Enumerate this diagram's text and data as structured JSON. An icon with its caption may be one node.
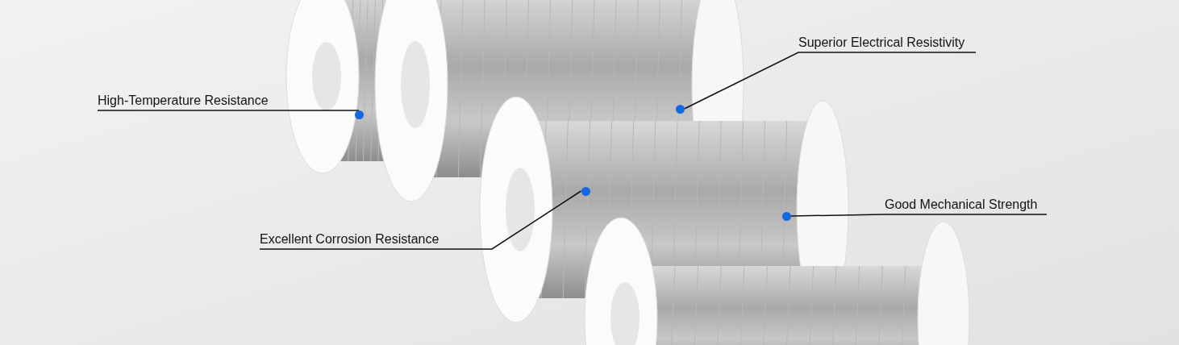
{
  "diagram": {
    "nodes": [
      {
        "text": [
          "Superior Electrical Resistivity"
        ]
      },
      {
        "text": [
          "High-Temperature Resistance"
        ]
      },
      {
        "text": [
          "Good Mechanical Strength"
        ]
      },
      {
        "text": [
          "Excellent Corrosion Resistance"
        ]
      },
      {
        "text": [],
        "shape": "circle"
      },
      {
        "text": [],
        "shape": "circle"
      },
      {
        "text": [],
        "shape": "circle"
      },
      {
        "text": [],
        "shape": "circle"
      }
    ],
    "edges": [
      {
        "from": 0,
        "to": 4,
        "arrow": "none"
      },
      {
        "from": 1,
        "to": 5,
        "arrow": "none"
      },
      {
        "from": 2,
        "to": 6,
        "arrow": "none"
      },
      {
        "from": 3,
        "to": 7,
        "arrow": "none"
      }
    ]
  }
}
